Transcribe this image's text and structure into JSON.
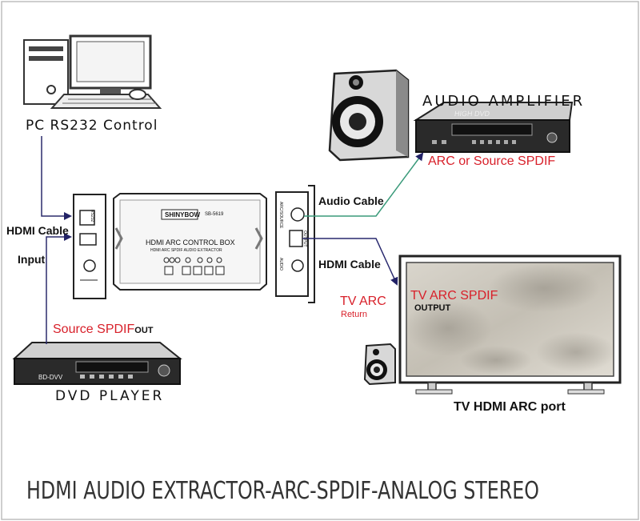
{
  "pc": {
    "label": "PC RS232 Control"
  },
  "amplifier": {
    "label": "AUDIO AMPLIFIER",
    "display_text": "HIGH DVD"
  },
  "dvd": {
    "label": "DVD PLAYER",
    "model_text": "BD-DVV"
  },
  "cables": {
    "hdmi_cable_left": "HDMI Cable",
    "input": "Input",
    "audio_cable": "Audio Cable",
    "hdmi_cable_right": "HDMI Cable"
  },
  "signals": {
    "arc_or_source_spdif": "ARC or Source SPDIF",
    "source_spdif": "Source SPDIF",
    "source_spdif_suffix": "OUT",
    "tv_arc": "TV ARC",
    "tv_arc_sub": "Return",
    "tv_arc_spdif": "TV ARC SPDIF",
    "tv_arc_spdif_sub": "OUTPUT"
  },
  "control_box": {
    "brand": "SHINYBOW",
    "model": "SB-5619",
    "title": "HDMI ARC CONTROL BOX",
    "subtitle": "HDMI ARC SPDIF AUDIO EXTRACTOR",
    "left_port": "RS232",
    "right_top_port": "ARC/SOURCE",
    "right_mid_port": "OUTPUT",
    "right_bottom_port": "AUDIO"
  },
  "tv": {
    "label": "TV HDMI ARC port"
  },
  "footer": {
    "title": "HDMI AUDIO EXTRACTOR-ARC-SPDIF-ANALOG STEREO"
  },
  "colors": {
    "line_green": "#3a9a7a",
    "line_blue": "#28286e",
    "arrow": "#222266",
    "signal_red": "#d8202a"
  }
}
